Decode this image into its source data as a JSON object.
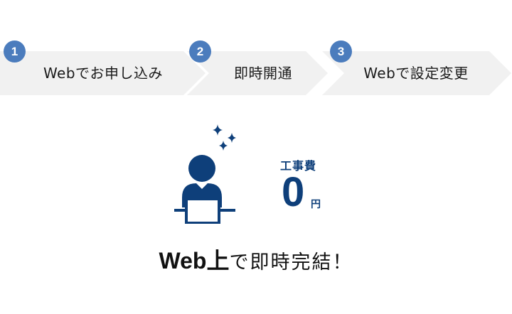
{
  "flow": {
    "steps": [
      {
        "number": "1",
        "label": "Webでお申し込み"
      },
      {
        "number": "2",
        "label": "即時開通"
      },
      {
        "number": "3",
        "label": "Webで設定変更"
      }
    ]
  },
  "fee": {
    "label": "工事費",
    "value": "0",
    "unit": "円"
  },
  "headline": {
    "bold": "Web上",
    "rest": "で即時完結！"
  },
  "colors": {
    "badge": "#4b7cbd",
    "chevron": "#f1f1f1",
    "icon": "#0e3f7a"
  }
}
